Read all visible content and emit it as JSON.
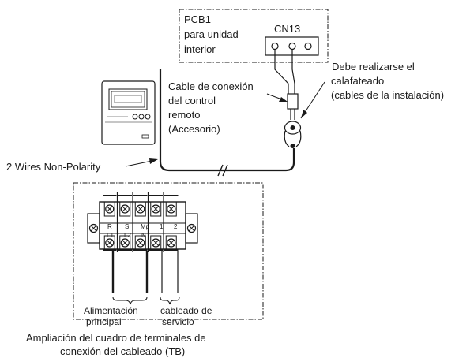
{
  "pcb": {
    "title_lines": [
      "PCB1",
      "para unidad",
      "interior"
    ],
    "connector": "CN13"
  },
  "sealing_note": {
    "lines": [
      "Debe realizarse el",
      "calafateado",
      "(cables de la instalación)"
    ]
  },
  "remote_cable": {
    "lines": [
      "Cable de conexión",
      "del control",
      "remoto",
      "(Accesorio)"
    ]
  },
  "wires_note": "2 Wires Non-Polarity",
  "terminal_block": {
    "top_labels": [
      "R",
      "S",
      "Mp",
      "1",
      "2"
    ],
    "bottom_labels": [
      "L1",
      "L2",
      "N"
    ],
    "power_group": [
      "Alimentación",
      "principal"
    ],
    "service_group": [
      "cableado de",
      "servicio"
    ]
  },
  "caption": [
    "Ampliación del cuadro de terminales de",
    "conexión del cableado (TB)"
  ]
}
